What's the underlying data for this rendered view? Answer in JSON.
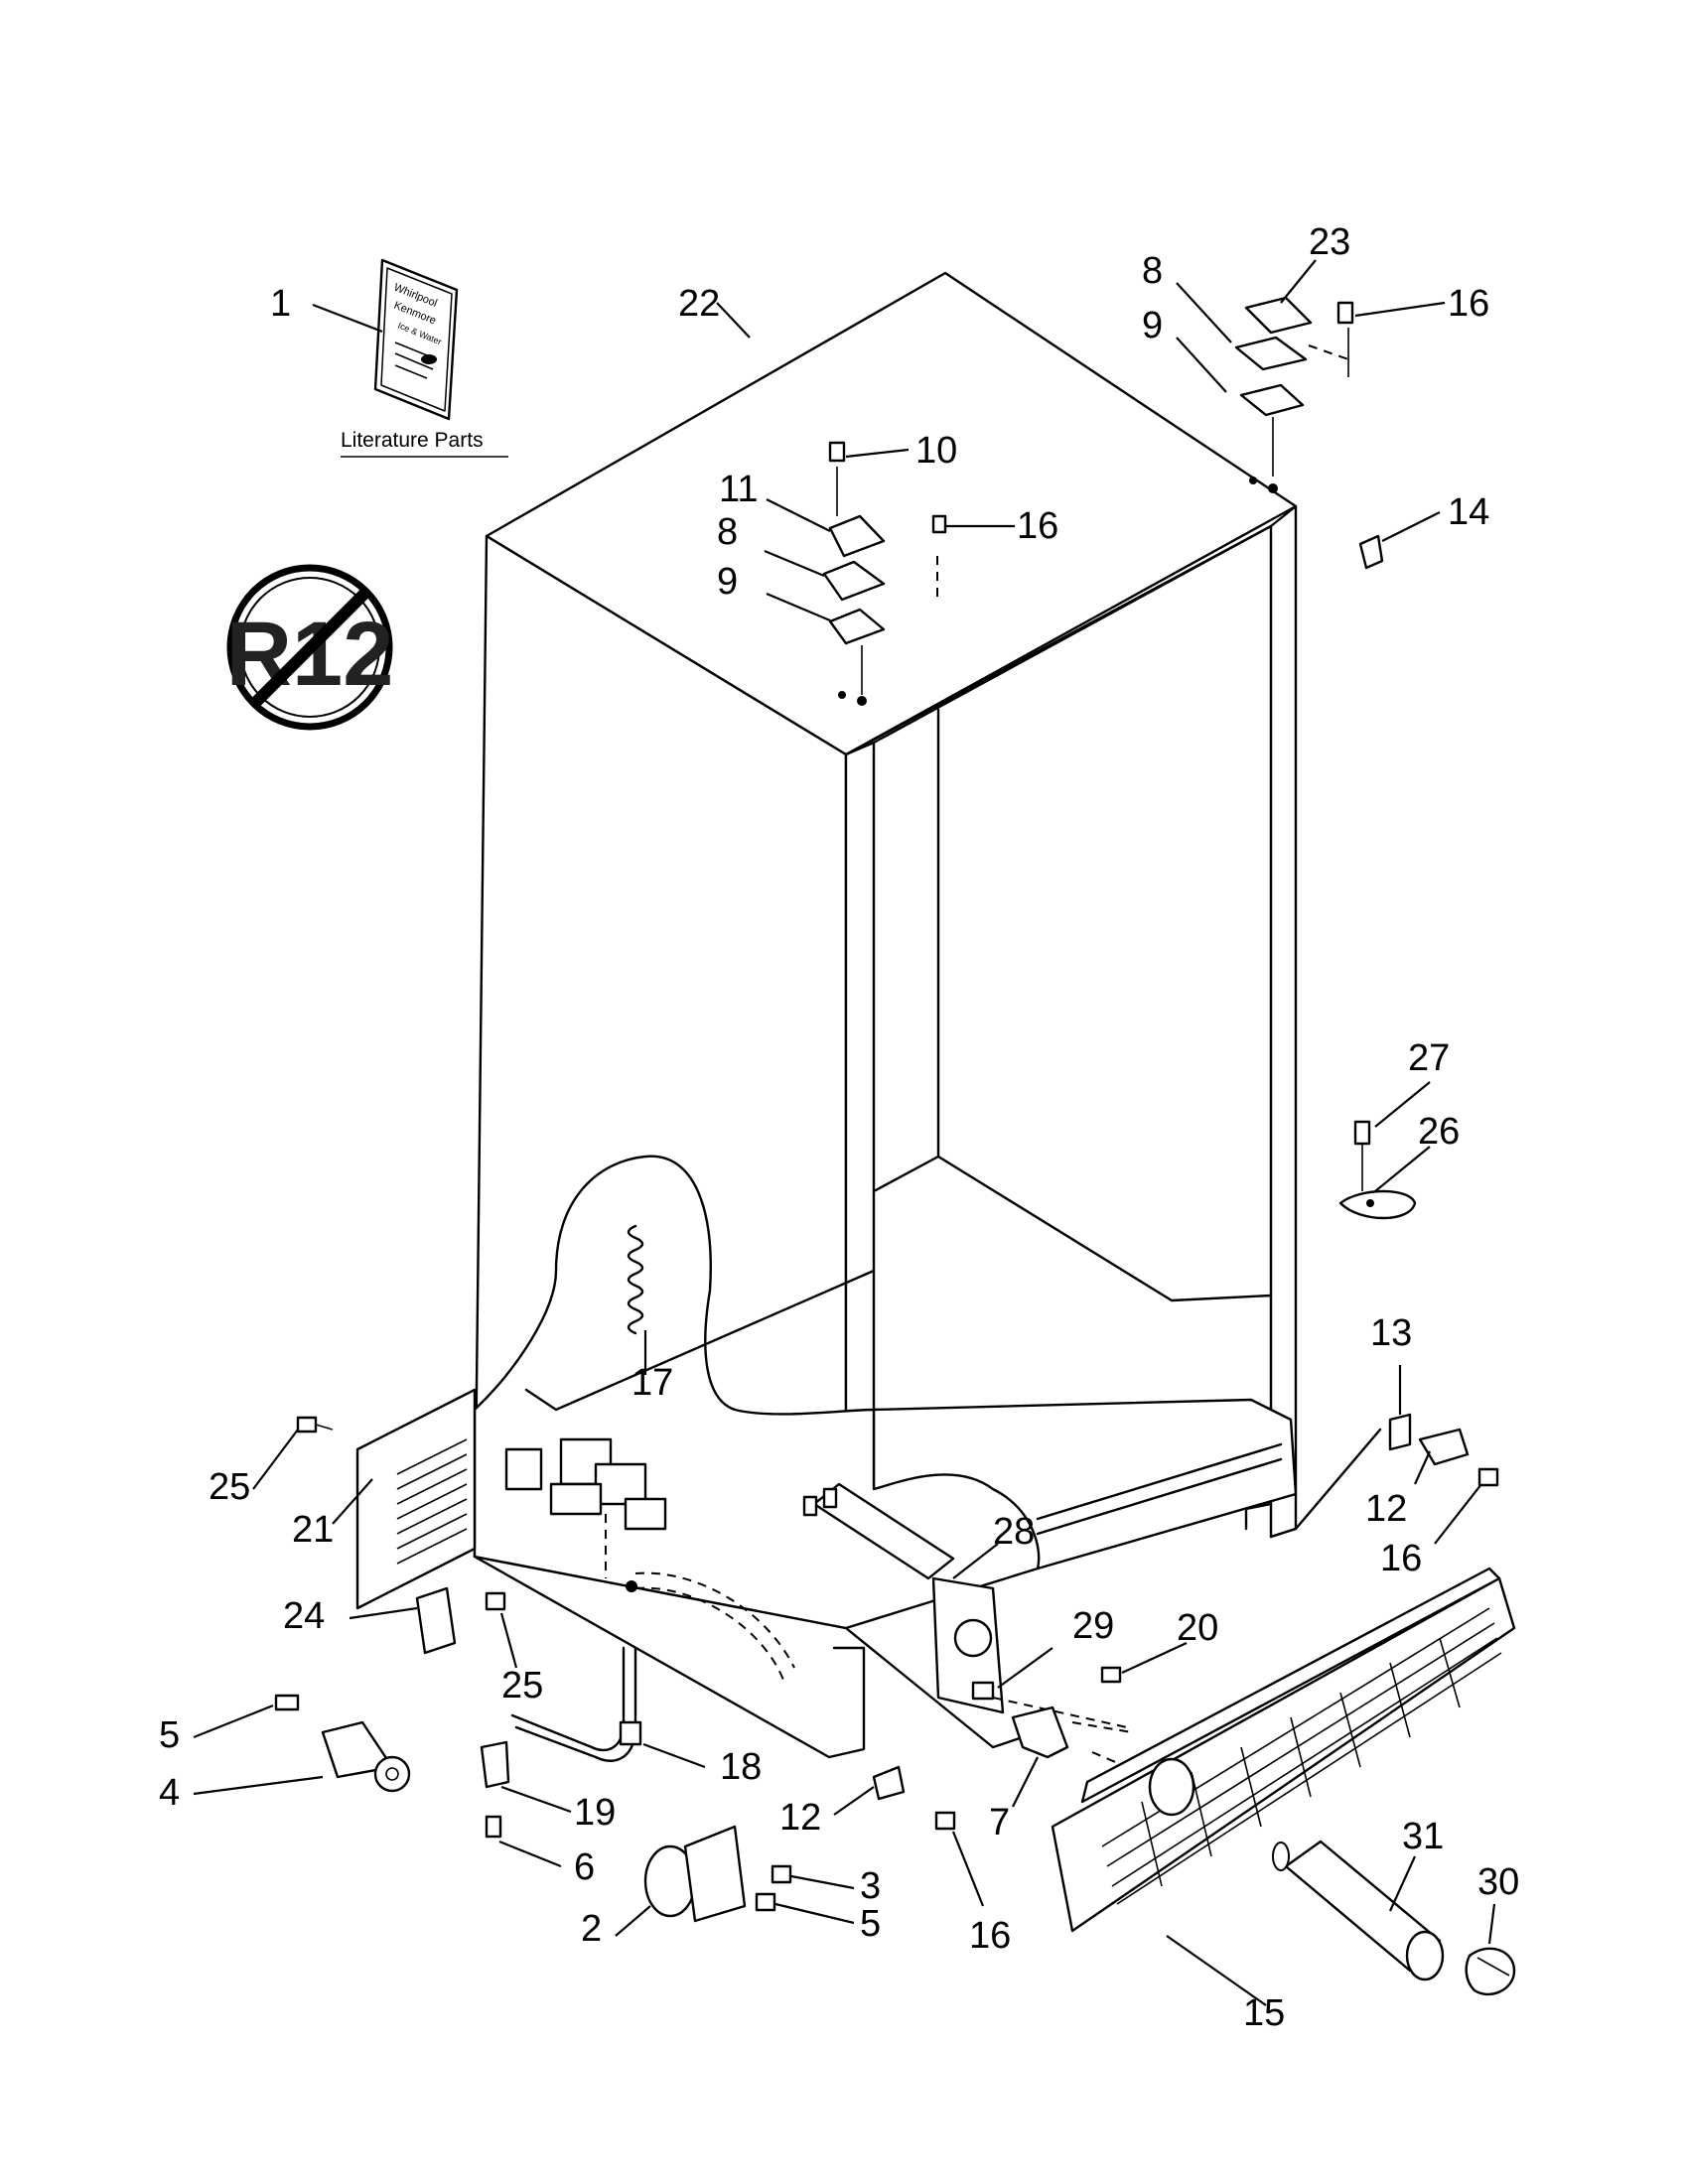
{
  "callouts": [
    {
      "key": "c1",
      "label": "1"
    },
    {
      "key": "c22",
      "label": "22"
    },
    {
      "key": "c23",
      "label": "23"
    },
    {
      "key": "c8a",
      "label": "8"
    },
    {
      "key": "c16a",
      "label": "16"
    },
    {
      "key": "c9a",
      "label": "9"
    },
    {
      "key": "c10",
      "label": "10"
    },
    {
      "key": "c11",
      "label": "11"
    },
    {
      "key": "c16b",
      "label": "16"
    },
    {
      "key": "c8b",
      "label": "8"
    },
    {
      "key": "c9b",
      "label": "9"
    },
    {
      "key": "c14",
      "label": "14"
    },
    {
      "key": "c27",
      "label": "27"
    },
    {
      "key": "c26",
      "label": "26"
    },
    {
      "key": "c13",
      "label": "13"
    },
    {
      "key": "c17",
      "label": "17"
    },
    {
      "key": "c25a",
      "label": "25"
    },
    {
      "key": "c21",
      "label": "21"
    },
    {
      "key": "c28",
      "label": "28"
    },
    {
      "key": "c12a",
      "label": "12"
    },
    {
      "key": "c16c",
      "label": "16"
    },
    {
      "key": "c24",
      "label": "24"
    },
    {
      "key": "c25b",
      "label": "25"
    },
    {
      "key": "c29",
      "label": "29"
    },
    {
      "key": "c20",
      "label": "20"
    },
    {
      "key": "c5a",
      "label": "5"
    },
    {
      "key": "c4",
      "label": "4"
    },
    {
      "key": "c18",
      "label": "18"
    },
    {
      "key": "c19",
      "label": "19"
    },
    {
      "key": "c12b",
      "label": "12"
    },
    {
      "key": "c7",
      "label": "7"
    },
    {
      "key": "c6",
      "label": "6"
    },
    {
      "key": "c3",
      "label": "3"
    },
    {
      "key": "c5b",
      "label": "5"
    },
    {
      "key": "c2",
      "label": "2"
    },
    {
      "key": "c16d",
      "label": "16"
    },
    {
      "key": "c15",
      "label": "15"
    },
    {
      "key": "c31",
      "label": "31"
    },
    {
      "key": "c30",
      "label": "30"
    }
  ],
  "literature": {
    "caption": "Literature Parts",
    "booklet_lines": [
      "Whirlpool",
      "Kenmore",
      "Ice & Water"
    ]
  },
  "badge": {
    "text": "R12",
    "meaning": "no-R12-symbol"
  },
  "colors": {
    "ink": "#000000",
    "paper": "#ffffff"
  }
}
